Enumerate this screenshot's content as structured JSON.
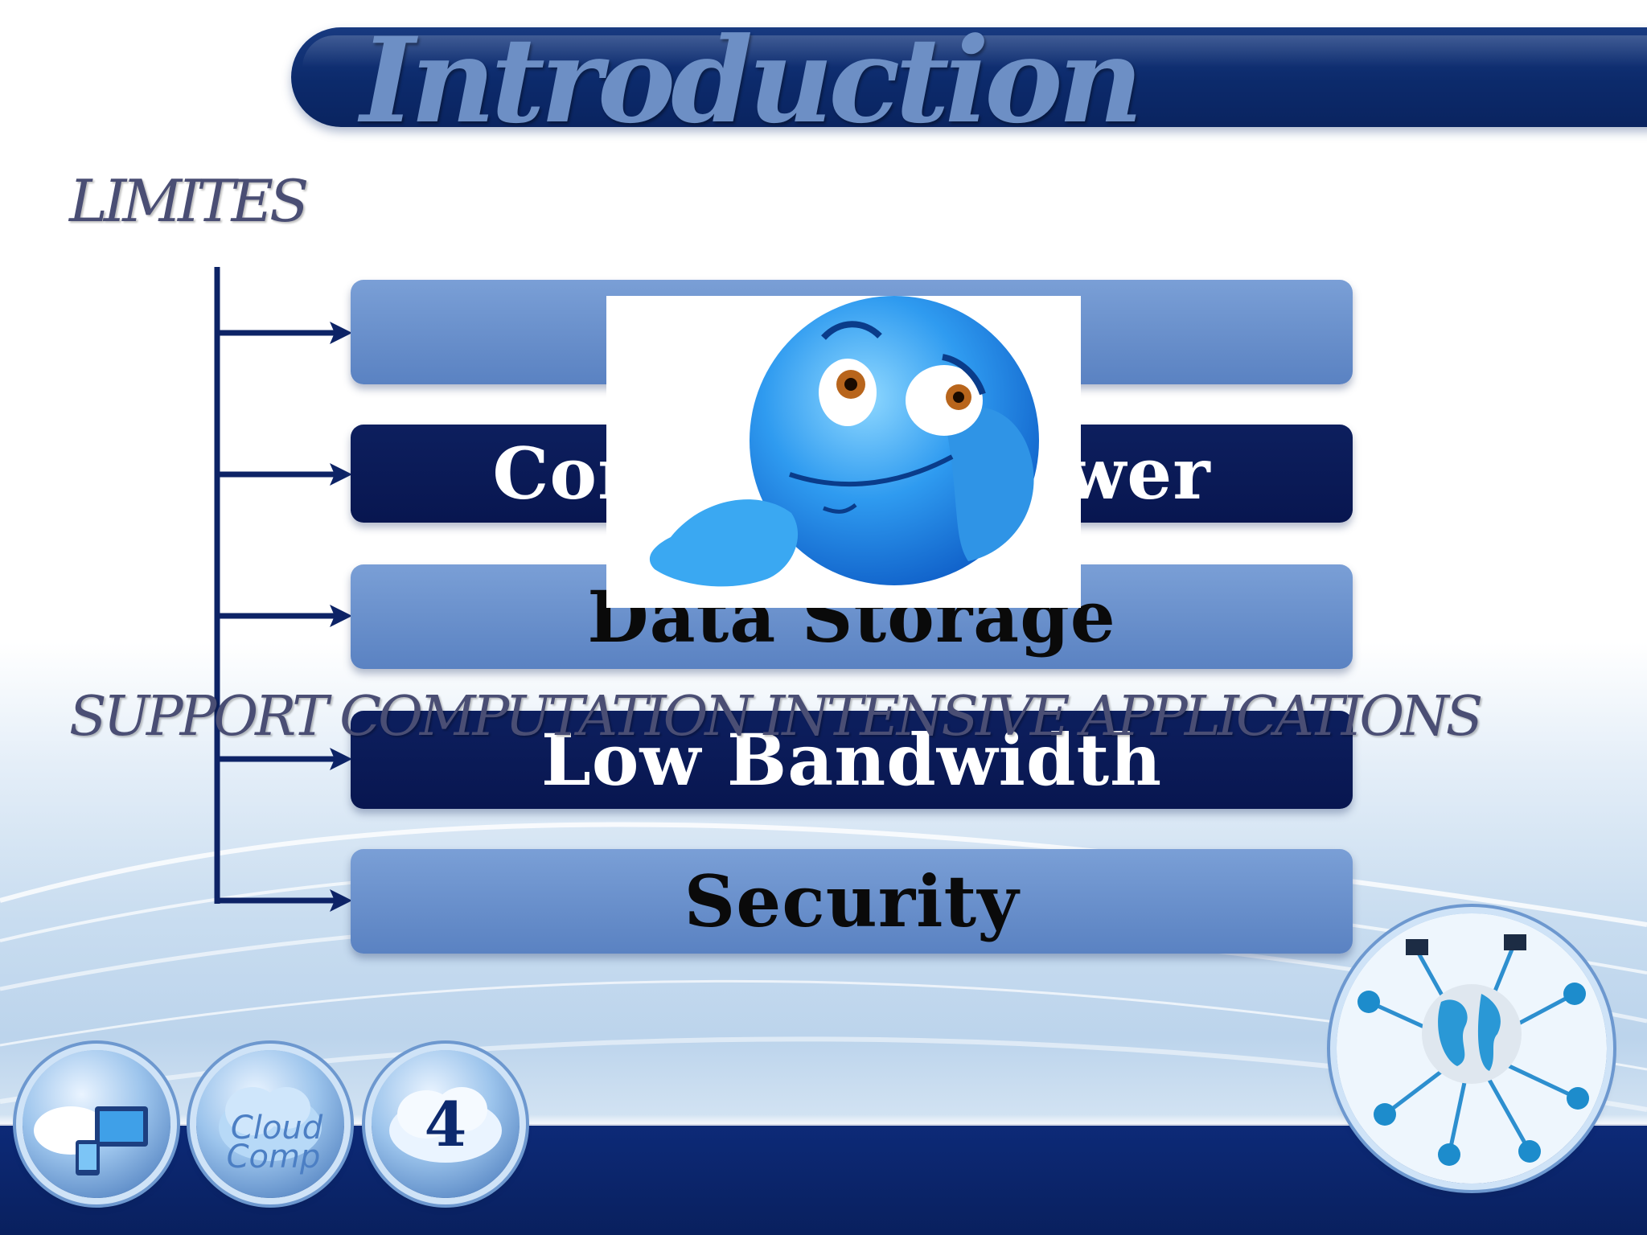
{
  "slide": {
    "title": "Introduction",
    "section_label": "LIMITES",
    "overlay_label": "SUPPORT COMPUTATION INTENSIVE APPLICATIONS",
    "page_number": "4"
  },
  "limits": [
    {
      "label": "",
      "style": "light"
    },
    {
      "label": "Computing Power",
      "style": "dark"
    },
    {
      "label": "Data Storage",
      "style": "light"
    },
    {
      "label": "Low Bandwidth",
      "style": "dark"
    },
    {
      "label": "Security",
      "style": "light"
    }
  ],
  "decorations": {
    "orb_1": "cloud-devices-icon",
    "orb_2": "cloud-computing-logo",
    "orb_3": "cloud-page-icon",
    "globe": "network-globe-icon",
    "sticker": "worried-blue-emoji"
  },
  "colors": {
    "navy": "#0a2460",
    "light_box": "#6b90cc",
    "dark_box": "#0b1b58",
    "title_text": "#6d8fc5"
  }
}
